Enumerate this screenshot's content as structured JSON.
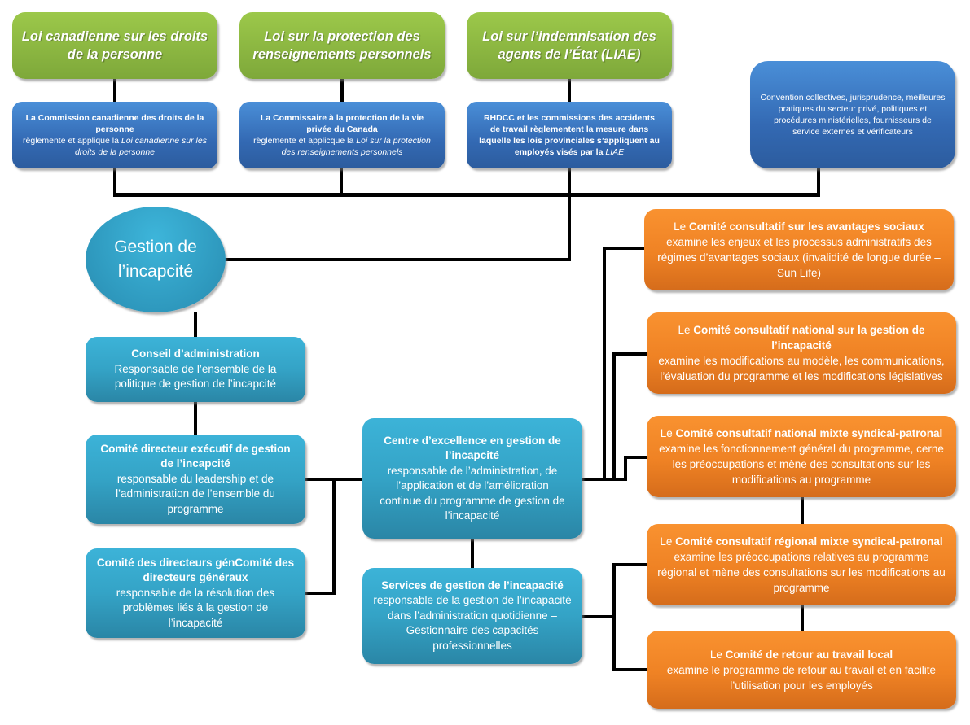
{
  "diagram": {
    "laws": [
      {
        "title": "Loi canadienne sur les droits de la personne"
      },
      {
        "title": "Loi sur la protection des renseignements personnels"
      },
      {
        "title": "Loi sur l’indemnisation des agents de l’État (LIAE)"
      }
    ],
    "regulators": [
      {
        "line1": "La Commission canadienne des droits de la personne",
        "line2": "règlemente et applique la ",
        "italic": "Loi canadienne sur les droits de la personne",
        "tail": ""
      },
      {
        "line1": "La Commissaire à la protection de la vie privée du Canada",
        "line2": "règlemente et applicque la ",
        "italic": "Loi sur la protection des renseignements personnels",
        "tail": ""
      },
      {
        "line1": "RHDCC et les commissions des accidents de travail règlementent la mesure dans laquelle les lois provinciales s’appliquent au employés visés par la ",
        "line2": "",
        "italic": "LIAE",
        "tail": ""
      }
    ],
    "other_sources": "Convention collectives, jurisprudence, meilleures pratiques du secteur privé, politiques et procédures ministérielles, fournisseurs de service externes et vérificateurs",
    "central": "Gestion de l’incapcité",
    "left_boxes": [
      {
        "title": "Conseil d’administration",
        "desc": "Responsable de l’ensemble de la politique de gestion de l’incapcité"
      },
      {
        "title": "Comité directeur exécutif de gestion de l’incapcité",
        "desc": "responsable du leadership et de l’administration de l’ensemble du programme"
      },
      {
        "title": "Comité des directeurs génComité des directeurs généraux",
        "desc": "responsable de la résolution des problèmes liés à la gestion de l’incapacité"
      }
    ],
    "middle_boxes": [
      {
        "title": "Centre d’excellence en gestion de l’incapcité",
        "desc": "responsable de l’administration, de l’application et de l’amélioration continue du programme de gestion de l’incapacité"
      },
      {
        "title": "Services de gestion de l’incapacité",
        "desc": "responsable de la gestion de l’incapacité dans l’administration quotidienne – Gestionnaire des capacités professionnelles"
      }
    ],
    "committees": [
      {
        "prefix": "Le ",
        "name": "Comité consultatif sur les avantages sociaux",
        "desc": "examine les enjeux et les processus administratifs des régimes d’avantages sociaux (invalidité de longue durée – Sun Life)"
      },
      {
        "prefix": "Le ",
        "name": "Comité consultatif national sur la gestion de l’incapacité",
        "desc": "examine les modifications au modèle, les communications, l’évaluation du programme et les modifications législatives"
      },
      {
        "prefix": "Le ",
        "name": "Comité consultatif national mixte syndical-patronal",
        "desc": "examine les fonctionnement général du programme, cerne les préoccupations et mène des consultations sur les modifications au programme"
      },
      {
        "prefix": "Le ",
        "name": "Comité consultatif régional mixte syndical-patronal",
        "desc": "examine les préoccupations relatives au programme régional et mène des consultations sur les modifications au programme"
      },
      {
        "prefix": "Le ",
        "name": "Comité de retour au travail local",
        "desc": "examine le programme de retour au travail et en facilite l’utilisation pour les employés"
      }
    ],
    "colors": {
      "law_green": "#8bb940",
      "regulator_blue": "#3a78c4",
      "teal": "#34a5c8",
      "orange": "#f08426",
      "connector": "#000000"
    }
  }
}
